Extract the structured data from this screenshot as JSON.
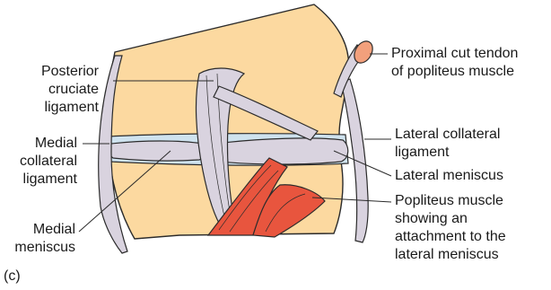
{
  "labels": {
    "posterior_cruciate": [
      "Posterior",
      "cruciate",
      "ligament"
    ],
    "medial_collateral": [
      "Medial",
      "collateral",
      "ligament"
    ],
    "medial_meniscus": [
      "Medial",
      "meniscus"
    ],
    "proximal_tendon": [
      "Proximal cut tendon",
      "of popliteus muscle"
    ],
    "lateral_collateral": [
      "Lateral collateral",
      "ligament"
    ],
    "lateral_meniscus": [
      "Lateral meniscus"
    ],
    "popliteus_muscle": [
      "Popliteus muscle",
      "showing an",
      "attachment to the",
      "lateral meniscus"
    ],
    "panel_tag": "(c)"
  },
  "colors": {
    "bone": "#fcd9a0",
    "cartilage": "#cfe3ef",
    "ligament": "#d9d3df",
    "muscle": "#e8553e",
    "tendon_tip": "#f2a07c",
    "outline": "#2b2b2b"
  }
}
